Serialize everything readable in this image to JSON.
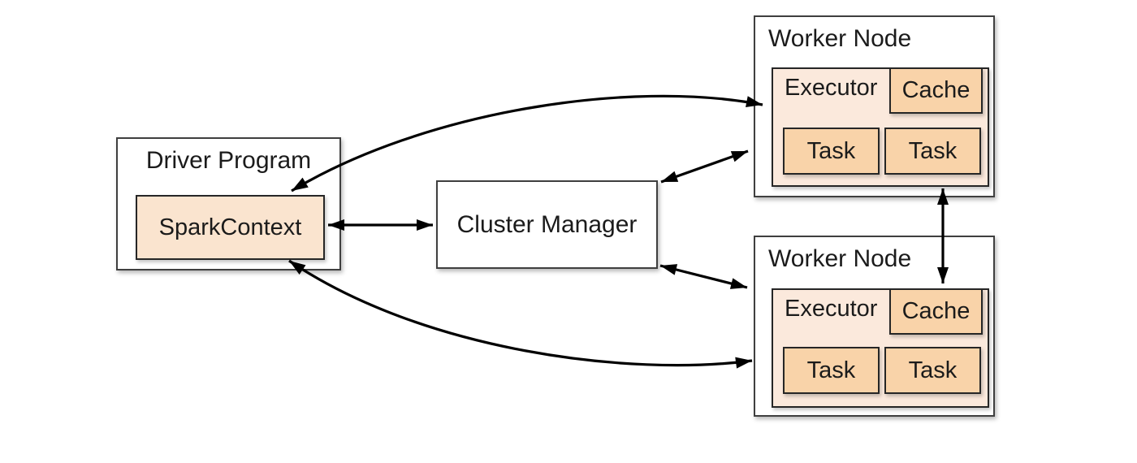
{
  "diagram": {
    "driver": {
      "title": "Driver Program",
      "spark_context_label": "SparkContext"
    },
    "cluster_manager": {
      "label": "Cluster Manager"
    },
    "workers": [
      {
        "title": "Worker Node",
        "executor_label": "Executor",
        "cache_label": "Cache",
        "tasks": [
          "Task",
          "Task"
        ]
      },
      {
        "title": "Worker Node",
        "executor_label": "Executor",
        "cache_label": "Cache",
        "tasks": [
          "Task",
          "Task"
        ]
      }
    ],
    "edges": [
      {
        "from": "SparkContext",
        "to": "Cluster Manager",
        "bidirectional": true,
        "shape": "straight"
      },
      {
        "from": "SparkContext",
        "to": "Worker Node 1 Executor",
        "bidirectional": true,
        "shape": "curved"
      },
      {
        "from": "SparkContext",
        "to": "Worker Node 2 Executor",
        "bidirectional": true,
        "shape": "curved"
      },
      {
        "from": "Cluster Manager",
        "to": "Worker Node 1",
        "bidirectional": true,
        "shape": "straight"
      },
      {
        "from": "Cluster Manager",
        "to": "Worker Node 2",
        "bidirectional": true,
        "shape": "straight"
      },
      {
        "from": "Worker Node 1",
        "to": "Worker Node 2 Cache",
        "bidirectional": true,
        "shape": "straight"
      }
    ],
    "colors": {
      "executor_fill": "#fbe9dc",
      "spark_context_fill": "#fae4cf",
      "task_cache_fill": "#f9d3a9",
      "outer_border": "#3f3f3f",
      "inner_border": "#262626",
      "arrow": "#000000",
      "background": "#ffffff"
    }
  }
}
